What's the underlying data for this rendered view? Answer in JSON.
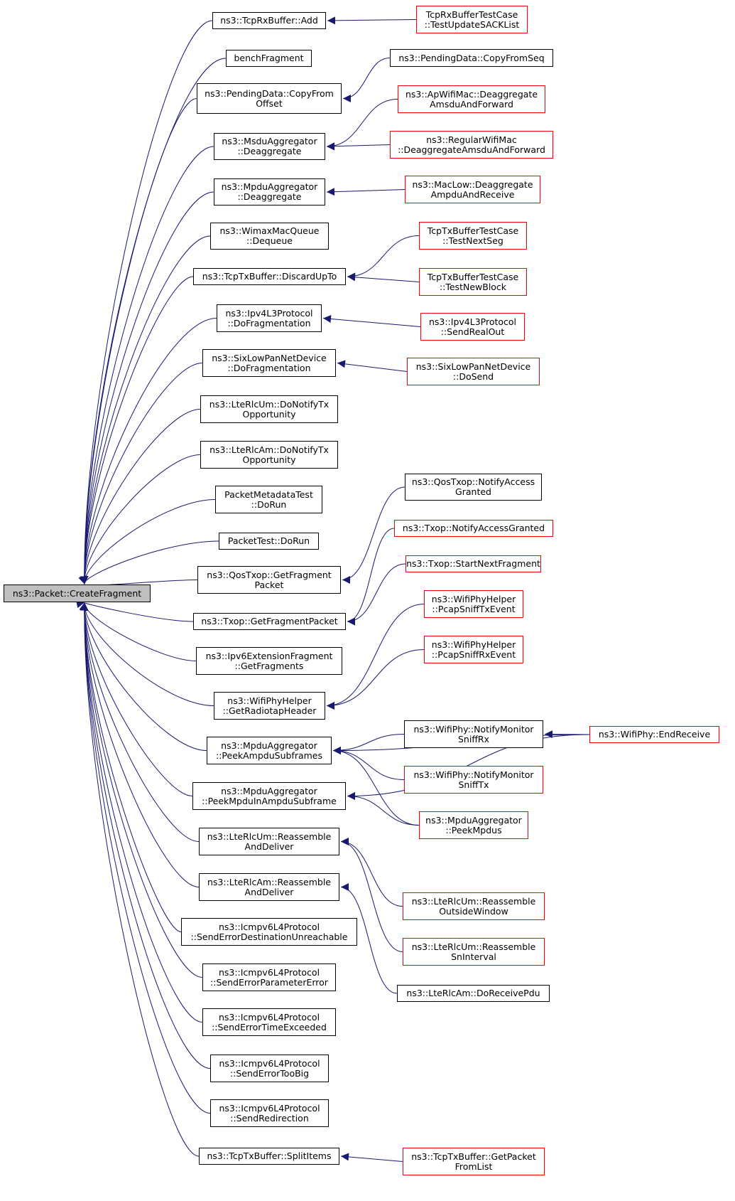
{
  "colors": {
    "edge": "#191970",
    "root_fill": "#bfbfbf",
    "node_border": "#000000",
    "truncated_border": "#ff0000"
  },
  "nodes": {
    "root": {
      "label": [
        "ns3::Packet::CreateFragment"
      ]
    },
    "c_add": {
      "label": [
        "ns3::TcpRxBuffer::Add"
      ]
    },
    "c_bench": {
      "label": [
        "benchFragment"
      ]
    },
    "c_copyfromoffset": {
      "label": [
        "ns3::PendingData::CopyFrom",
        "Offset"
      ]
    },
    "c_msdu_deagg": {
      "label": [
        "ns3::MsduAggregator",
        "::Deaggregate"
      ]
    },
    "c_mpdu_deagg": {
      "label": [
        "ns3::MpduAggregator",
        "::Deaggregate"
      ]
    },
    "c_dequeue": {
      "label": [
        "ns3::WimaxMacQueue",
        "::Dequeue"
      ]
    },
    "c_discard": {
      "label": [
        "ns3::TcpTxBuffer::DiscardUpTo"
      ]
    },
    "c_ipv4frag": {
      "label": [
        "ns3::Ipv4L3Protocol",
        "::DoFragmentation"
      ]
    },
    "c_sixfrag": {
      "label": [
        "ns3::SixLowPanNetDevice",
        "::DoFragmentation"
      ]
    },
    "c_rlcum_notify": {
      "label": [
        "ns3::LteRlcUm::DoNotifyTx",
        "Opportunity"
      ]
    },
    "c_rlcam_notify": {
      "label": [
        "ns3::LteRlcAm::DoNotifyTx",
        "Opportunity"
      ]
    },
    "c_pmt_dorun": {
      "label": [
        "PacketMetadataTest",
        "::DoRun"
      ]
    },
    "c_pt_dorun": {
      "label": [
        "PacketTest::DoRun"
      ]
    },
    "c_qos_getfrag": {
      "label": [
        "ns3::QosTxop::GetFragment",
        "Packet"
      ]
    },
    "c_txop_getfrag": {
      "label": [
        "ns3::Txop::GetFragmentPacket"
      ]
    },
    "c_ipv6frag": {
      "label": [
        "ns3::Ipv6ExtensionFragment",
        "::GetFragments"
      ]
    },
    "c_radiotap": {
      "label": [
        "ns3::WifiPhyHelper",
        "::GetRadiotapHeader"
      ]
    },
    "c_peekampdu": {
      "label": [
        "ns3::MpduAggregator",
        "::PeekAmpduSubframes"
      ]
    },
    "c_peekmpdu": {
      "label": [
        "ns3::MpduAggregator",
        "::PeekMpduInAmpduSubframe"
      ]
    },
    "c_rlcum_reasm": {
      "label": [
        "ns3::LteRlcUm::Reassemble",
        "AndDeliver"
      ]
    },
    "c_rlcam_reasm": {
      "label": [
        "ns3::LteRlcAm::Reassemble",
        "AndDeliver"
      ]
    },
    "c_icmp_dest": {
      "label": [
        "ns3::Icmpv6L4Protocol",
        "::SendErrorDestinationUnreachable"
      ]
    },
    "c_icmp_param": {
      "label": [
        "ns3::Icmpv6L4Protocol",
        "::SendErrorParameterError"
      ]
    },
    "c_icmp_time": {
      "label": [
        "ns3::Icmpv6L4Protocol",
        "::SendErrorTimeExceeded"
      ]
    },
    "c_icmp_big": {
      "label": [
        "ns3::Icmpv6L4Protocol",
        "::SendErrorTooBig"
      ]
    },
    "c_icmp_redir": {
      "label": [
        "ns3::Icmpv6L4Protocol",
        "::SendRedirection"
      ]
    },
    "c_split": {
      "label": [
        "ns3::TcpTxBuffer::SplitItems"
      ]
    },
    "r_sack": {
      "label": [
        "TcpRxBufferTestCase",
        "::TestUpdateSACKList"
      ]
    },
    "r_copyfromseq": {
      "label": [
        "ns3::PendingData::CopyFromSeq"
      ]
    },
    "r_apwifi": {
      "label": [
        "ns3::ApWifiMac::Deaggregate",
        "AmsduAndForward"
      ]
    },
    "r_regwifi": {
      "label": [
        "ns3::RegularWifiMac",
        "::DeaggregateAmsduAndForward"
      ]
    },
    "r_maclow": {
      "label": [
        "ns3::MacLow::Deaggregate",
        "AmpduAndReceive"
      ]
    },
    "r_nextseg": {
      "label": [
        "TcpTxBufferTestCase",
        "::TestNextSeg"
      ]
    },
    "r_newblock": {
      "label": [
        "TcpTxBufferTestCase",
        "::TestNewBlock"
      ]
    },
    "r_sendrealout": {
      "label": [
        "ns3::Ipv4L3Protocol",
        "::SendRealOut"
      ]
    },
    "r_dosend": {
      "label": [
        "ns3::SixLowPanNetDevice",
        "::DoSend"
      ]
    },
    "r_qos_notify": {
      "label": [
        "ns3::QosTxop::NotifyAccess",
        "Granted"
      ]
    },
    "r_txop_notify": {
      "label": [
        "ns3::Txop::NotifyAccessGranted"
      ]
    },
    "r_txop_start": {
      "label": [
        "ns3::Txop::StartNextFragment"
      ]
    },
    "r_sniff_tx": {
      "label": [
        "ns3::WifiPhyHelper",
        "::PcapSniffTxEvent"
      ]
    },
    "r_sniff_rx": {
      "label": [
        "ns3::WifiPhyHelper",
        "::PcapSniffRxEvent"
      ]
    },
    "r_mon_rx": {
      "label": [
        "ns3::WifiPhy::NotifyMonitor",
        "SniffRx"
      ]
    },
    "r_mon_tx": {
      "label": [
        "ns3::WifiPhy::NotifyMonitor",
        "SniffTx"
      ]
    },
    "r_peekmpdus": {
      "label": [
        "ns3::MpduAggregator",
        "::PeekMpdus"
      ]
    },
    "r_outside": {
      "label": [
        "ns3::LteRlcUm::Reassemble",
        "OutsideWindow"
      ]
    },
    "r_sninterval": {
      "label": [
        "ns3::LteRlcUm::Reassemble",
        "SnInterval"
      ]
    },
    "r_doreceive": {
      "label": [
        "ns3::LteRlcAm::DoReceivePdu"
      ]
    },
    "r_getpacket": {
      "label": [
        "ns3::TcpTxBuffer::GetPacket",
        "FromList"
      ]
    },
    "r_endreceive": {
      "label": [
        "ns3::WifiPhy::EndReceive"
      ]
    }
  },
  "edges": [
    [
      "root",
      "c_add"
    ],
    [
      "root",
      "c_bench"
    ],
    [
      "root",
      "c_copyfromoffset"
    ],
    [
      "root",
      "c_msdu_deagg"
    ],
    [
      "root",
      "c_mpdu_deagg"
    ],
    [
      "root",
      "c_dequeue"
    ],
    [
      "root",
      "c_discard"
    ],
    [
      "root",
      "c_ipv4frag"
    ],
    [
      "root",
      "c_sixfrag"
    ],
    [
      "root",
      "c_rlcum_notify"
    ],
    [
      "root",
      "c_rlcam_notify"
    ],
    [
      "root",
      "c_pmt_dorun"
    ],
    [
      "root",
      "c_pt_dorun"
    ],
    [
      "root",
      "c_qos_getfrag"
    ],
    [
      "root",
      "c_txop_getfrag"
    ],
    [
      "root",
      "c_ipv6frag"
    ],
    [
      "root",
      "c_radiotap"
    ],
    [
      "root",
      "c_peekampdu"
    ],
    [
      "root",
      "c_peekmpdu"
    ],
    [
      "root",
      "c_rlcum_reasm"
    ],
    [
      "root",
      "c_rlcam_reasm"
    ],
    [
      "root",
      "c_icmp_dest"
    ],
    [
      "root",
      "c_icmp_param"
    ],
    [
      "root",
      "c_icmp_time"
    ],
    [
      "root",
      "c_icmp_big"
    ],
    [
      "root",
      "c_icmp_redir"
    ],
    [
      "root",
      "c_split"
    ],
    [
      "c_add",
      "r_sack"
    ],
    [
      "c_copyfromoffset",
      "r_copyfromseq"
    ],
    [
      "c_msdu_deagg",
      "r_apwifi"
    ],
    [
      "c_msdu_deagg",
      "r_regwifi"
    ],
    [
      "c_mpdu_deagg",
      "r_maclow"
    ],
    [
      "c_discard",
      "r_nextseg"
    ],
    [
      "c_discard",
      "r_newblock"
    ],
    [
      "c_ipv4frag",
      "r_sendrealout"
    ],
    [
      "c_sixfrag",
      "r_dosend"
    ],
    [
      "c_qos_getfrag",
      "r_qos_notify"
    ],
    [
      "c_txop_getfrag",
      "r_txop_notify"
    ],
    [
      "c_txop_getfrag",
      "r_txop_start"
    ],
    [
      "c_radiotap",
      "r_sniff_tx"
    ],
    [
      "c_radiotap",
      "r_sniff_rx"
    ],
    [
      "c_peekampdu",
      "r_mon_rx"
    ],
    [
      "c_peekampdu",
      "r_mon_tx"
    ],
    [
      "c_peekampdu",
      "r_peekmpdus"
    ],
    [
      "c_peekampdu",
      "r_endreceive"
    ],
    [
      "c_peekmpdu",
      "r_peekmpdus"
    ],
    [
      "c_peekmpdu",
      "r_endreceive"
    ],
    [
      "c_rlcum_reasm",
      "r_outside"
    ],
    [
      "c_rlcum_reasm",
      "r_sninterval"
    ],
    [
      "c_rlcam_reasm",
      "r_doreceive"
    ],
    [
      "c_split",
      "r_getpacket"
    ],
    [
      "r_mon_rx",
      "r_endreceive"
    ]
  ]
}
